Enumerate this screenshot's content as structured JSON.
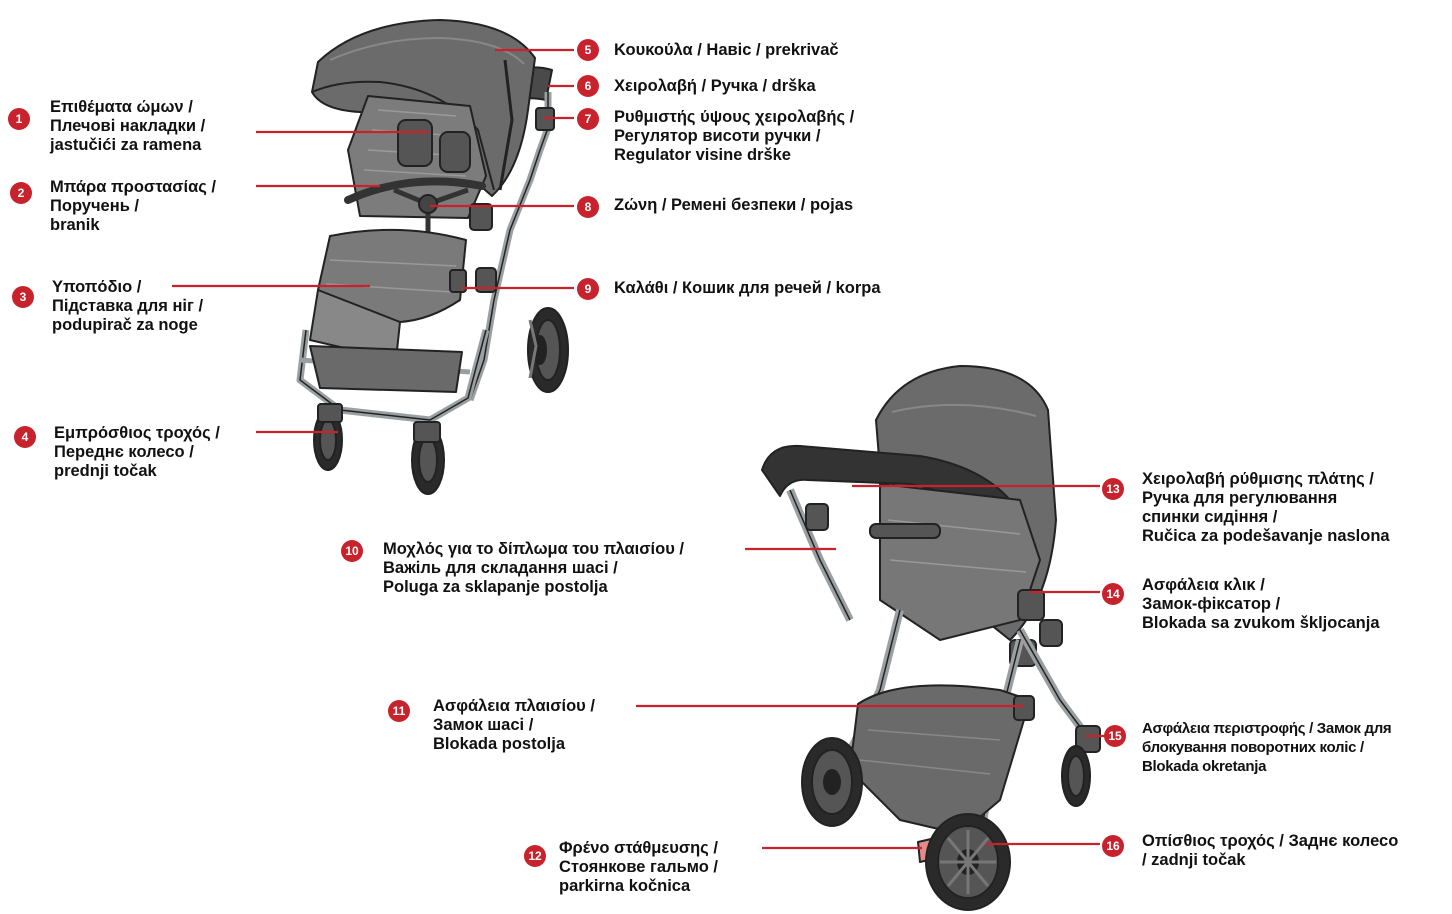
{
  "accent_color": "#c8232c",
  "parts": [
    {
      "number": "1",
      "lines": [
        "Επιθέματα ώμων /",
        "Плечові накладки /",
        "jastučići za ramena"
      ]
    },
    {
      "number": "2",
      "lines": [
        "Μπάρα προστασίας /",
        "Поручень /",
        "branik"
      ]
    },
    {
      "number": "3",
      "lines": [
        "Υποπόδιο /",
        "Підставка для ніг /",
        "podupirač za noge"
      ]
    },
    {
      "number": "4",
      "lines": [
        "Εμπρόσθιος τροχός /",
        "Переднє колесо /",
        "prednji točak"
      ]
    },
    {
      "number": "5",
      "lines": [
        "Κουκούλα / Навіс / prekrivač"
      ]
    },
    {
      "number": "6",
      "lines": [
        "Χειρολαβή / Ручка / drška"
      ]
    },
    {
      "number": "7",
      "lines": [
        "Ρυθμιστής ύψους χειρολαβής /",
        "Регулятор висоти ручки /",
        "Regulator visine drške"
      ]
    },
    {
      "number": "8",
      "lines": [
        "Ζώνη / Ремені безпеки / pojas"
      ]
    },
    {
      "number": "9",
      "lines": [
        "Καλάθι / Кошик для речей / korpa"
      ]
    },
    {
      "number": "10",
      "lines": [
        "Μοχλός για το δίπλωμα του πλαισίου /",
        "Важіль для складання шасі /",
        "Poluga za sklapanje postolja"
      ]
    },
    {
      "number": "11",
      "lines": [
        "Ασφάλεια πλαισίου /",
        "Замок шасі /",
        "Blokada postolja"
      ]
    },
    {
      "number": "12",
      "lines": [
        "Φρένο στάθμευσης /",
        "Стоянкове гальмо /",
        "parkirna kočnica"
      ]
    },
    {
      "number": "13",
      "lines": [
        "Χειρολαβή ρύθμισης πλάτης /",
        "Ручка для регулювання",
        "спинки сидіння /",
        "Ručica za podešavanje naslona"
      ]
    },
    {
      "number": "14",
      "lines": [
        "Ασφάλεια κλικ /",
        "Замок-фіксатор /",
        "Blokada sa zvukom škljocanja"
      ]
    },
    {
      "number": "15",
      "lines": [
        "Ασφάλεια περιστροφής / Замок для",
        "блокування поворотних коліс /",
        "Blokada okretanja"
      ]
    },
    {
      "number": "16",
      "lines": [
        "Οπίσθιος τροχός / Заднє колесо",
        "/ zadnji točak"
      ]
    }
  ]
}
